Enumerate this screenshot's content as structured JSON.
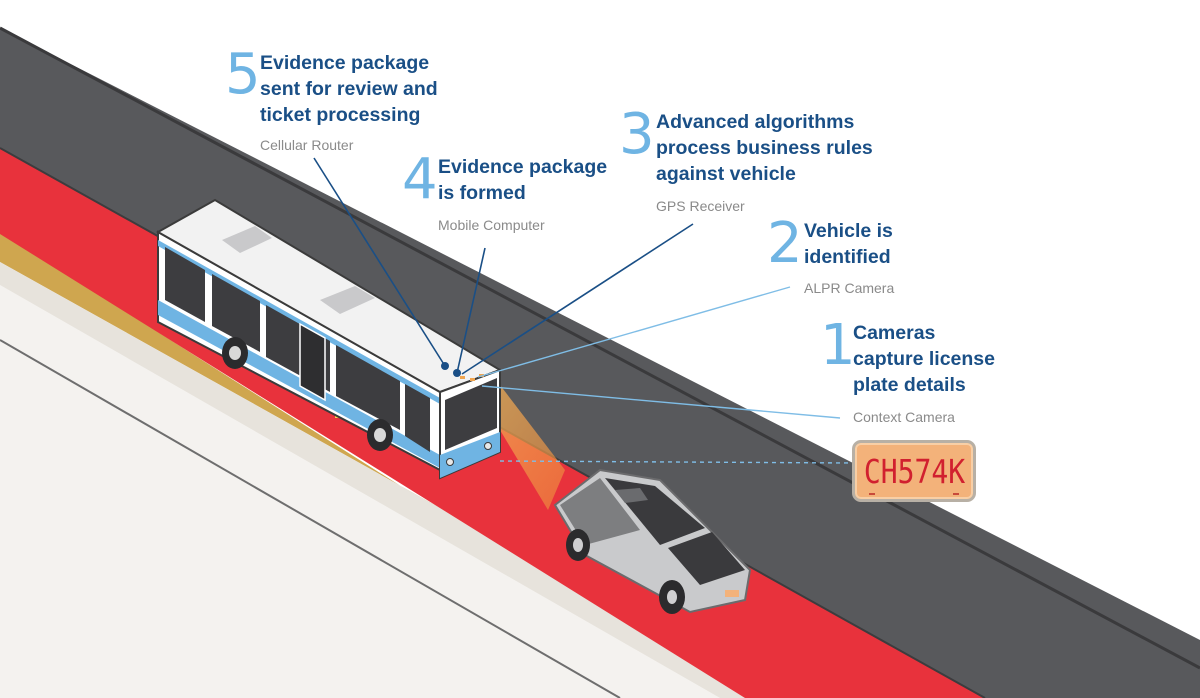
{
  "steps": [
    {
      "number": "1",
      "title_lines": [
        "Cameras",
        "capture license",
        "plate details"
      ],
      "device": "Context Camera"
    },
    {
      "number": "2",
      "title_lines": [
        "Vehicle is",
        "identified"
      ],
      "device": "ALPR Camera"
    },
    {
      "number": "3",
      "title_lines": [
        "Advanced algorithms",
        "process business rules",
        "against vehicle"
      ],
      "device": "GPS Receiver"
    },
    {
      "number": "4",
      "title_lines": [
        "Evidence package",
        "is formed"
      ],
      "device": "Mobile Computer"
    },
    {
      "number": "5",
      "title_lines": [
        "Evidence package",
        "sent for review and",
        "ticket processing"
      ],
      "device": "Cellular Router"
    }
  ],
  "license_plate": {
    "text": "CH574K"
  },
  "colors": {
    "title": "#1a4f86",
    "step_number": "#6fb4e3",
    "device_label": "#8a8a8a",
    "bus_lane": "#e8323c",
    "road": "#555659",
    "sidewalk": "#f3f1ee",
    "curb": "#c8a24a",
    "bus_body": "#ffffff",
    "bus_stripe": "#6fb4e3",
    "car_body": "#c9cacc",
    "camera_beam": "#f0a550",
    "plate_background": "#f3b27a",
    "plate_text": "#d1202f",
    "leader_dark": "#1a4f86",
    "leader_light": "#7fbde6"
  }
}
